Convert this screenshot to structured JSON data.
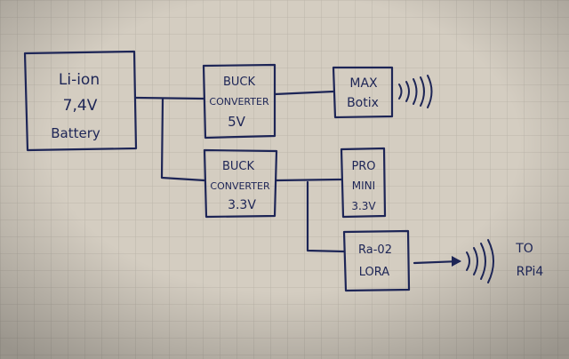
{
  "diagram": {
    "ink_color": "#1d2556",
    "paper_color": "#d4cdc1",
    "grid_color": "#b7b0a5",
    "nodes": {
      "battery": {
        "lines": [
          "Li-ion",
          "7,4V",
          "Battery"
        ]
      },
      "buck_5v": {
        "lines": [
          "BUCK",
          "CONVERTER",
          "5V"
        ]
      },
      "maxbotix": {
        "lines": [
          "MAX",
          "Botix"
        ]
      },
      "buck_33v": {
        "lines": [
          "BUCK",
          "CONVERTER",
          "3.3V"
        ]
      },
      "pro_mini": {
        "lines": [
          "PRO",
          "MINI",
          "3.3V"
        ]
      },
      "ra02": {
        "lines": [
          "Ra-02",
          "LORA"
        ]
      }
    },
    "target_label": [
      "TO",
      "RPi4"
    ],
    "icons": [
      "sound-waves-icon",
      "radio-waves-icon",
      "arrow-icon"
    ]
  }
}
